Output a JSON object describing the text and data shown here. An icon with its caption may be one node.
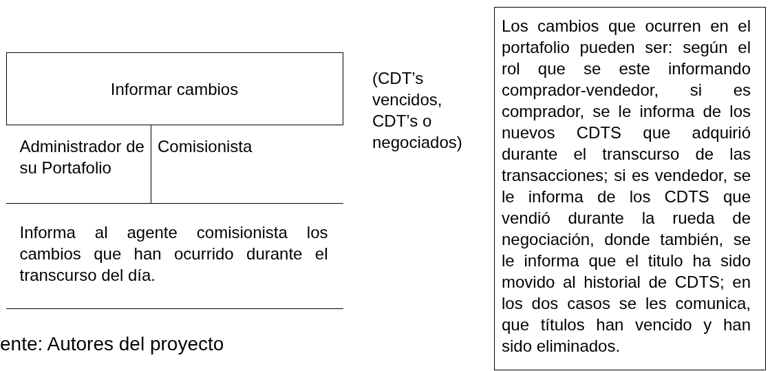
{
  "diagram": {
    "nodes": [
      {
        "text": [
          "Informar cambios"
        ]
      },
      {
        "text": [
          "Administrador de su Portafolio"
        ],
        "in": 0
      },
      {
        "text": [
          "Comisionista"
        ],
        "in": 0
      },
      {
        "text": [
          "Informa al agente comisionista los cambios que han ocurrido durante el transcurso del día."
        ],
        "in": 0
      },
      {
        "text": [
          "Los cambios que ocurren en el portafolio pueden ser: según el rol que se este informando comprador-vendedor, si es comprador, se le informa de los nuevos CDTS que adquirió durante el transcurso de las transacciones; si es vendedor, se le informa de los CDTS que vendió durante la rueda de negociación, donde también, se le informa que el titulo ha sido movido al historial de CDTS; en los dos casos se les comunica, que títulos han vencido y han sido eliminados."
        ]
      }
    ],
    "edges": [],
    "labels": [
      "(CDT’s vencidos, CDT’s o negociados)",
      "ente:  Autores del proyecto"
    ]
  }
}
